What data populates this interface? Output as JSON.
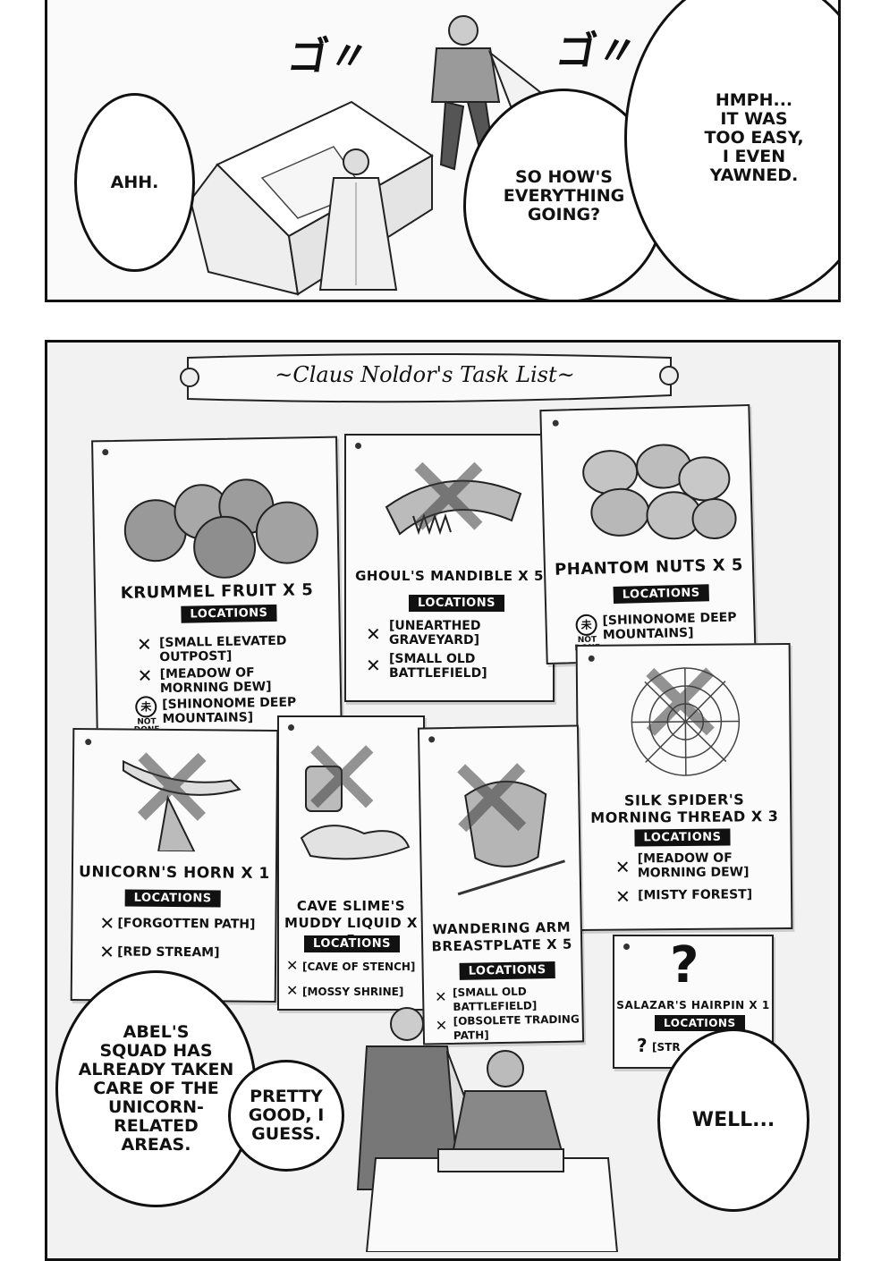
{
  "top_panel": {
    "sfx": [
      "ゴ〃",
      "ゴ〃"
    ],
    "bubbles": {
      "ahh": "AHH.",
      "how": "SO HOW'S\nEVERYTHING\nGOING?",
      "hmph": "HMPH...\nIT WAS\nTOO EASY,\nI EVEN\nYAWNED."
    }
  },
  "task_list": {
    "title": "~Claus Noldor's Task List~",
    "locations_label": "LOCATIONS",
    "not_done_label": "NOT\nDONE",
    "not_done_glyph": "未",
    "notes": {
      "krummel": {
        "name": "KRUMMEL FRUIT X 5",
        "entries": [
          "[SMALL ELEVATED\nOUTPOST]",
          "[MEADOW OF\nMORNING DEW]",
          "[SHINONOME DEEP\nMOUNTAINS]"
        ]
      },
      "ghoul": {
        "name": "GHOUL'S MANDIBLE X 5",
        "entries": [
          "[UNEARTHED\nGRAVEYARD]",
          "[SMALL OLD\nBATTLEFIELD]"
        ]
      },
      "phantom": {
        "name": "PHANTOM NUTS X 5",
        "entries": [
          "[SHINONOME DEEP\nMOUNTAINS]"
        ]
      },
      "spider": {
        "name": "SILK SPIDER'S\nMORNING THREAD X 3",
        "entries": [
          "[MEADOW OF\nMORNING DEW]",
          "[MISTY FOREST]"
        ]
      },
      "unicorn": {
        "name": "UNICORN'S HORN X 1",
        "entries": [
          "[FORGOTTEN PATH]",
          "[RED STREAM]"
        ]
      },
      "slime": {
        "name": "CAVE SLIME'S\nMUDDY LIQUID X 5",
        "entries": [
          "[CAVE OF STENCH]",
          "[MOSSY SHRINE]"
        ]
      },
      "armor": {
        "name": "WANDERING ARM\nBREASTPLATE X 5",
        "entries": [
          "[SMALL OLD\nBATTLEFIELD]",
          "[OBSOLETE TRADING\nPATH]"
        ]
      },
      "salazar": {
        "name": "SALAZAR'S HAIRPIN X 1",
        "entries": [
          "[STR"
        ]
      }
    },
    "marks": {
      "cross": "✕",
      "unknown": "?",
      "big_cross": "✕"
    }
  },
  "bottom_bubbles": {
    "abel": "ABEL'S\nSQUAD HAS\nALREADY TAKEN\nCARE OF THE\nUNICORN-\nRELATED\nAREAS.",
    "pretty": "PRETTY\nGOOD, I\nGUESS.",
    "well": "WELL..."
  }
}
